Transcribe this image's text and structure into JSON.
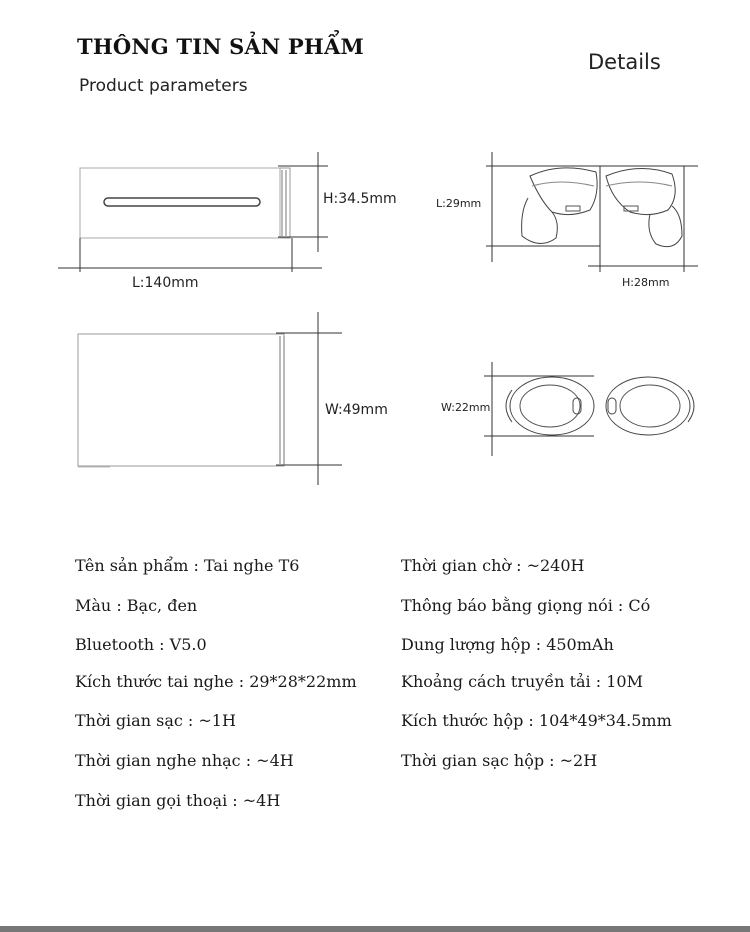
{
  "header": {
    "title": "THÔNG TIN SẢN PHẨM",
    "subtitle": "Product parameters",
    "details": "Details"
  },
  "dimensions": {
    "case_height": "H:34.5mm",
    "case_length": "L:140mm",
    "case_width": "W:49mm",
    "earbud_length": "L:29mm",
    "earbud_height": "H:28mm",
    "earbud_width": "W:22mm"
  },
  "specs": {
    "left": [
      "Tên sản phẩm : Tai nghe T6",
      "Màu : Bạc, đen",
      "Bluetooth : V5.0",
      "Kích thước tai nghe : 29*28*22mm",
      "Thời gian sạc : ~1H",
      "Thời gian nghe nhạc : ~4H",
      "Thời gian gọi thoại : ~4H"
    ],
    "right": [
      "Thời gian chờ : ~240H",
      "Thông báo bằng giọng nói : Có",
      "Dung lượng hộp : 450mAh",
      "Khoảng cách truyền tải : 10M",
      "Kích thước hộp : 104*49*34.5mm",
      "Thời gian sạc hộp : ~2H"
    ]
  }
}
